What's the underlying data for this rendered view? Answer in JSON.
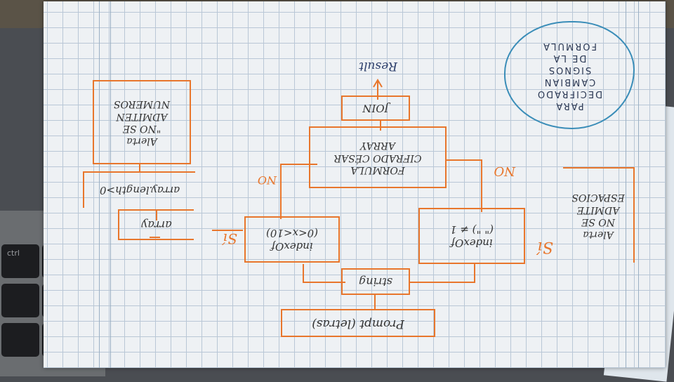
{
  "diagram": {
    "start": "Prompt (letras)",
    "input": "string",
    "check_spaces": {
      "line1": "indexOf",
      "line2": "(\" \") ≠ 1"
    },
    "alert_spaces": {
      "line1": "Alerta",
      "line2": "NO SE",
      "line3": "ADMITE",
      "line4": "ESPACIOS"
    },
    "check_numbers": {
      "line1": "indexOf",
      "line2": "(0<x<10)"
    },
    "array": "array",
    "array_length": "array.length>0",
    "alert_numbers": {
      "line1": "Alerta",
      "line2": "\"NO SE",
      "line3": "ADMITEN",
      "line4": "NUMEROS"
    },
    "formula": {
      "line1": "FORMULA",
      "line2": "CIFRADO CÉSAR",
      "line3": "ARRAY"
    },
    "join": "JOIN",
    "result": "Result",
    "labels": {
      "si_1": "Sí",
      "si_2": "Sí",
      "no_1": "NO",
      "no_2": "NO"
    },
    "note": [
      "PARA",
      "DECIFRADO",
      "CAMBIAN",
      "SIGNOS",
      "DE LA",
      "FORMULA"
    ]
  },
  "colors": {
    "flow": "#e8762c",
    "note": "#3a8db8",
    "grid": "#b9c7d6"
  }
}
